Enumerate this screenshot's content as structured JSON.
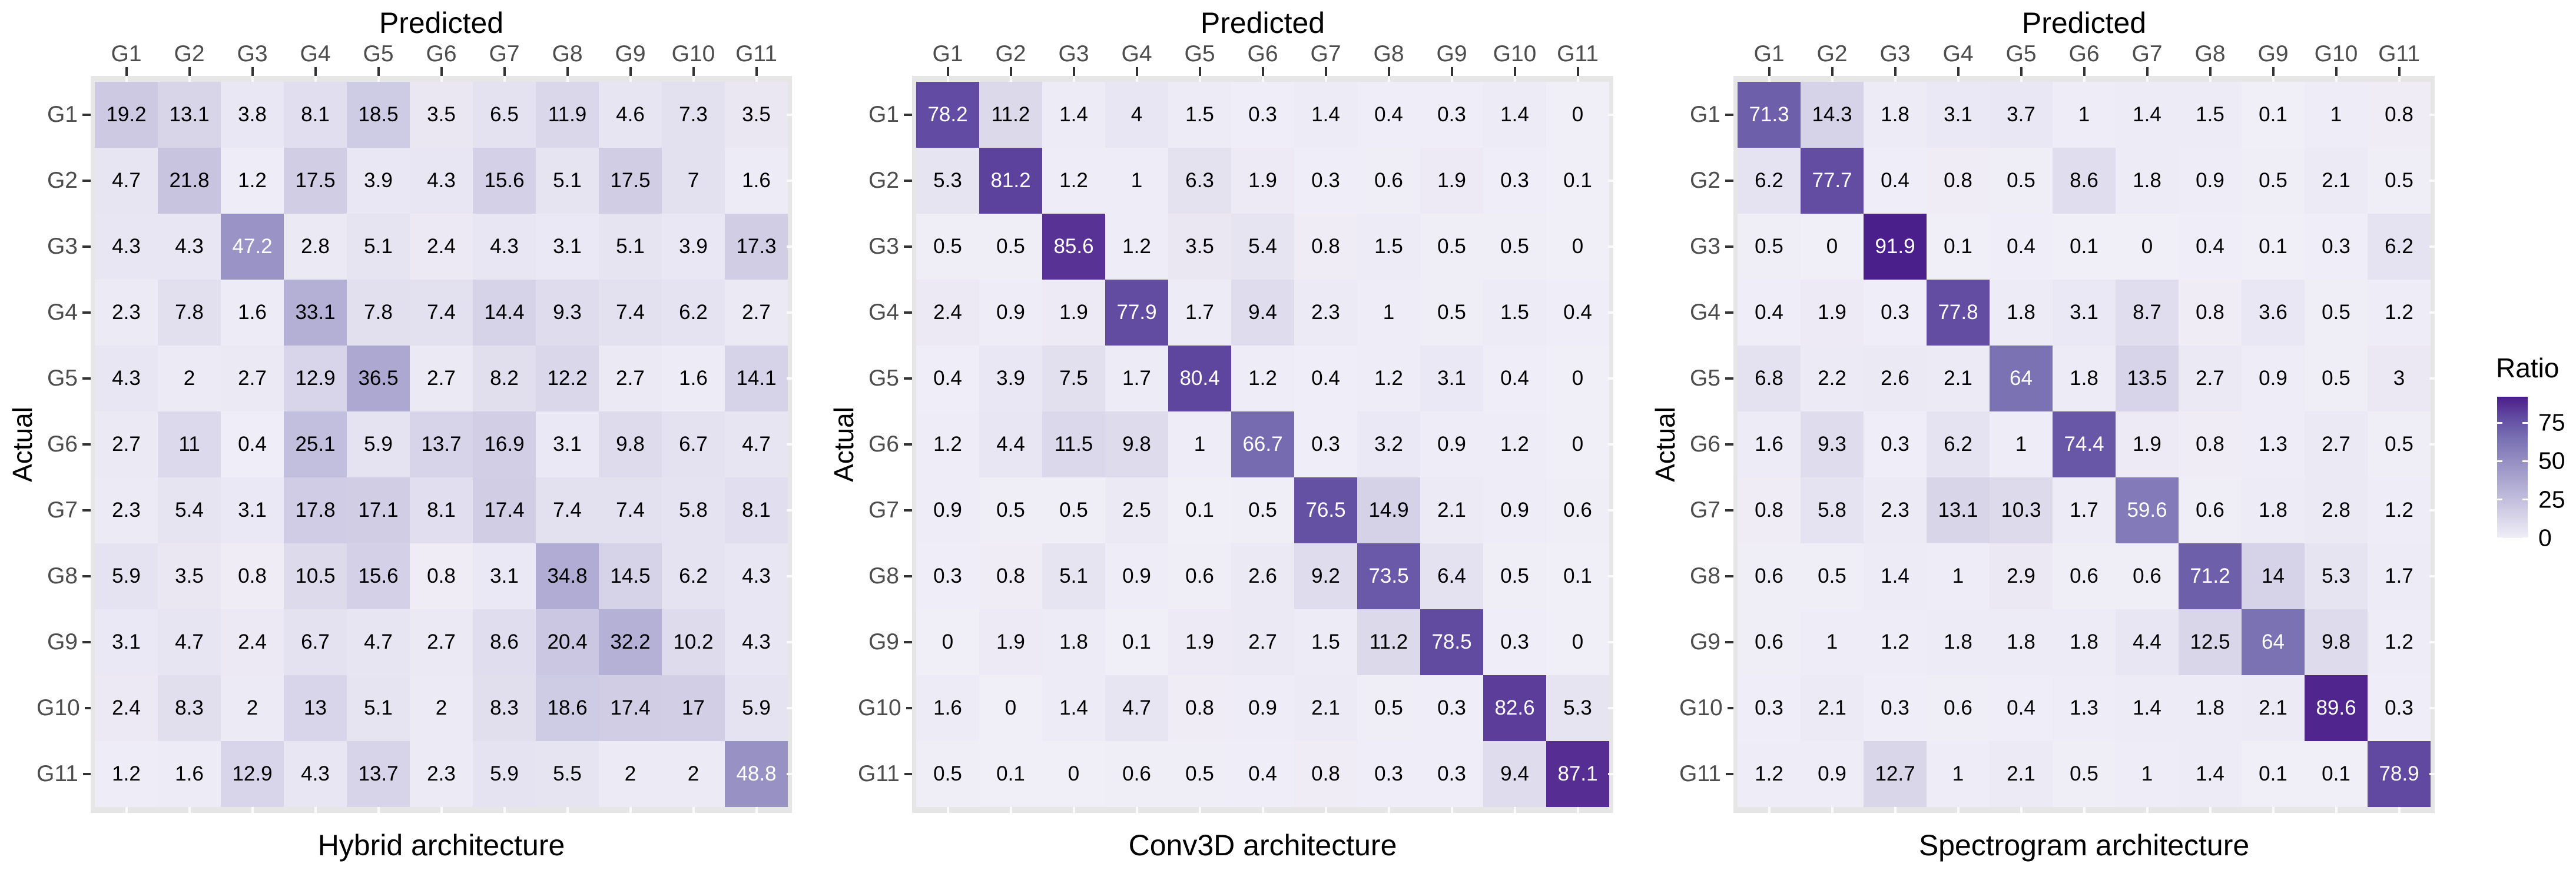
{
  "axis": {
    "x_title": "Predicted",
    "y_title": "Actual"
  },
  "legend": {
    "title": "Ratio",
    "ticks": [
      75,
      50,
      25,
      0
    ],
    "max": 91.9
  },
  "colors": {
    "background": "#ffffff",
    "panel_strip": "#e6e6e6",
    "axis_text": "#4d4d4d",
    "tick_dark": "#333333",
    "edge_tick_light": "#fafafa",
    "value_text_dark": "#000000",
    "value_text_light": "#ffffff",
    "scale_stops": [
      {
        "v": 0,
        "c": "#F0EEF7"
      },
      {
        "v": 47.2,
        "c": "#9A94C6"
      },
      {
        "v": 64,
        "c": "#7B72B4"
      },
      {
        "v": 75,
        "c": "#6755A6"
      },
      {
        "v": 80,
        "c": "#5F469F"
      },
      {
        "v": 87.1,
        "c": "#562D92"
      },
      {
        "v": 91.9,
        "c": "#4A1E8B"
      }
    ],
    "white_text_threshold": 45
  },
  "categories": [
    "G1",
    "G2",
    "G3",
    "G4",
    "G5",
    "G6",
    "G7",
    "G8",
    "G9",
    "G10",
    "G11"
  ],
  "chart_data": [
    {
      "type": "heatmap",
      "title": "Hybrid architecture",
      "xlabel": "Predicted",
      "ylabel": "Actual",
      "x_categories": [
        "G1",
        "G2",
        "G3",
        "G4",
        "G5",
        "G6",
        "G7",
        "G8",
        "G9",
        "G10",
        "G11"
      ],
      "y_categories": [
        "G1",
        "G2",
        "G3",
        "G4",
        "G5",
        "G6",
        "G7",
        "G8",
        "G9",
        "G10",
        "G11"
      ],
      "rows": [
        [
          19.2,
          13.1,
          3.8,
          8.1,
          18.5,
          3.5,
          6.5,
          11.9,
          4.6,
          7.3,
          3.5
        ],
        [
          4.7,
          21.8,
          1.2,
          17.5,
          3.9,
          4.3,
          15.6,
          5.1,
          17.5,
          7,
          1.6
        ],
        [
          4.3,
          4.3,
          47.2,
          2.8,
          5.1,
          2.4,
          4.3,
          3.1,
          5.1,
          3.9,
          17.3
        ],
        [
          2.3,
          7.8,
          1.6,
          33.1,
          7.8,
          7.4,
          14.4,
          9.3,
          7.4,
          6.2,
          2.7
        ],
        [
          4.3,
          2,
          2.7,
          12.9,
          36.5,
          2.7,
          8.2,
          12.2,
          2.7,
          1.6,
          14.1
        ],
        [
          2.7,
          11,
          0.4,
          25.1,
          5.9,
          13.7,
          16.9,
          3.1,
          9.8,
          6.7,
          4.7
        ],
        [
          2.3,
          5.4,
          3.1,
          17.8,
          17.1,
          8.1,
          17.4,
          7.4,
          7.4,
          5.8,
          8.1
        ],
        [
          5.9,
          3.5,
          0.8,
          10.5,
          15.6,
          0.8,
          3.1,
          34.8,
          14.5,
          6.2,
          4.3
        ],
        [
          3.1,
          4.7,
          2.4,
          6.7,
          4.7,
          2.7,
          8.6,
          20.4,
          32.2,
          10.2,
          4.3
        ],
        [
          2.4,
          8.3,
          2,
          13,
          5.1,
          2,
          8.3,
          18.6,
          17.4,
          17,
          5.9
        ],
        [
          1.2,
          1.6,
          12.9,
          4.3,
          13.7,
          2.3,
          5.9,
          5.5,
          2,
          2,
          48.8
        ]
      ]
    },
    {
      "type": "heatmap",
      "title": "Conv3D architecture",
      "xlabel": "Predicted",
      "ylabel": "Actual",
      "x_categories": [
        "G1",
        "G2",
        "G3",
        "G4",
        "G5",
        "G6",
        "G7",
        "G8",
        "G9",
        "G10",
        "G11"
      ],
      "y_categories": [
        "G1",
        "G2",
        "G3",
        "G4",
        "G5",
        "G6",
        "G7",
        "G8",
        "G9",
        "G10",
        "G11"
      ],
      "rows": [
        [
          78.2,
          11.2,
          1.4,
          4,
          1.5,
          0.3,
          1.4,
          0.4,
          0.3,
          1.4,
          0
        ],
        [
          5.3,
          81.2,
          1.2,
          1,
          6.3,
          1.9,
          0.3,
          0.6,
          1.9,
          0.3,
          0.1
        ],
        [
          0.5,
          0.5,
          85.6,
          1.2,
          3.5,
          5.4,
          0.8,
          1.5,
          0.5,
          0.5,
          0
        ],
        [
          2.4,
          0.9,
          1.9,
          77.9,
          1.7,
          9.4,
          2.3,
          1,
          0.5,
          1.5,
          0.4
        ],
        [
          0.4,
          3.9,
          7.5,
          1.7,
          80.4,
          1.2,
          0.4,
          1.2,
          3.1,
          0.4,
          0
        ],
        [
          1.2,
          4.4,
          11.5,
          9.8,
          1,
          66.7,
          0.3,
          3.2,
          0.9,
          1.2,
          0
        ],
        [
          0.9,
          0.5,
          0.5,
          2.5,
          0.1,
          0.5,
          76.5,
          14.9,
          2.1,
          0.9,
          0.6
        ],
        [
          0.3,
          0.8,
          5.1,
          0.9,
          0.6,
          2.6,
          9.2,
          73.5,
          6.4,
          0.5,
          0.1
        ],
        [
          0,
          1.9,
          1.8,
          0.1,
          1.9,
          2.7,
          1.5,
          11.2,
          78.5,
          0.3,
          0
        ],
        [
          1.6,
          0,
          1.4,
          4.7,
          0.8,
          0.9,
          2.1,
          0.5,
          0.3,
          82.6,
          5.3
        ],
        [
          0.5,
          0.1,
          0,
          0.6,
          0.5,
          0.4,
          0.8,
          0.3,
          0.3,
          9.4,
          87.1
        ]
      ]
    },
    {
      "type": "heatmap",
      "title": "Spectrogram architecture",
      "xlabel": "Predicted",
      "ylabel": "Actual",
      "x_categories": [
        "G1",
        "G2",
        "G3",
        "G4",
        "G5",
        "G6",
        "G7",
        "G8",
        "G9",
        "G10",
        "G11"
      ],
      "y_categories": [
        "G1",
        "G2",
        "G3",
        "G4",
        "G5",
        "G6",
        "G7",
        "G8",
        "G9",
        "G10",
        "G11"
      ],
      "rows": [
        [
          71.3,
          14.3,
          1.8,
          3.1,
          3.7,
          1,
          1.4,
          1.5,
          0.1,
          1,
          0.8
        ],
        [
          6.2,
          77.7,
          0.4,
          0.8,
          0.5,
          8.6,
          1.8,
          0.9,
          0.5,
          2.1,
          0.5
        ],
        [
          0.5,
          0,
          91.9,
          0.1,
          0.4,
          0.1,
          0,
          0.4,
          0.1,
          0.3,
          6.2
        ],
        [
          0.4,
          1.9,
          0.3,
          77.8,
          1.8,
          3.1,
          8.7,
          0.8,
          3.6,
          0.5,
          1.2
        ],
        [
          6.8,
          2.2,
          2.6,
          2.1,
          64,
          1.8,
          13.5,
          2.7,
          0.9,
          0.5,
          3
        ],
        [
          1.6,
          9.3,
          0.3,
          6.2,
          1,
          74.4,
          1.9,
          0.8,
          1.3,
          2.7,
          0.5
        ],
        [
          0.8,
          5.8,
          2.3,
          13.1,
          10.3,
          1.7,
          59.6,
          0.6,
          1.8,
          2.8,
          1.2
        ],
        [
          0.6,
          0.5,
          1.4,
          1,
          2.9,
          0.6,
          0.6,
          71.2,
          14,
          5.3,
          1.7
        ],
        [
          0.6,
          1,
          1.2,
          1.8,
          1.8,
          1.8,
          4.4,
          12.5,
          64,
          9.8,
          1.2
        ],
        [
          0.3,
          2.1,
          0.3,
          0.6,
          0.4,
          1.3,
          1.4,
          1.8,
          2.1,
          89.6,
          0.3
        ],
        [
          1.2,
          0.9,
          12.7,
          1,
          2.1,
          0.5,
          1,
          1.4,
          0.1,
          0.1,
          78.9
        ]
      ]
    }
  ]
}
